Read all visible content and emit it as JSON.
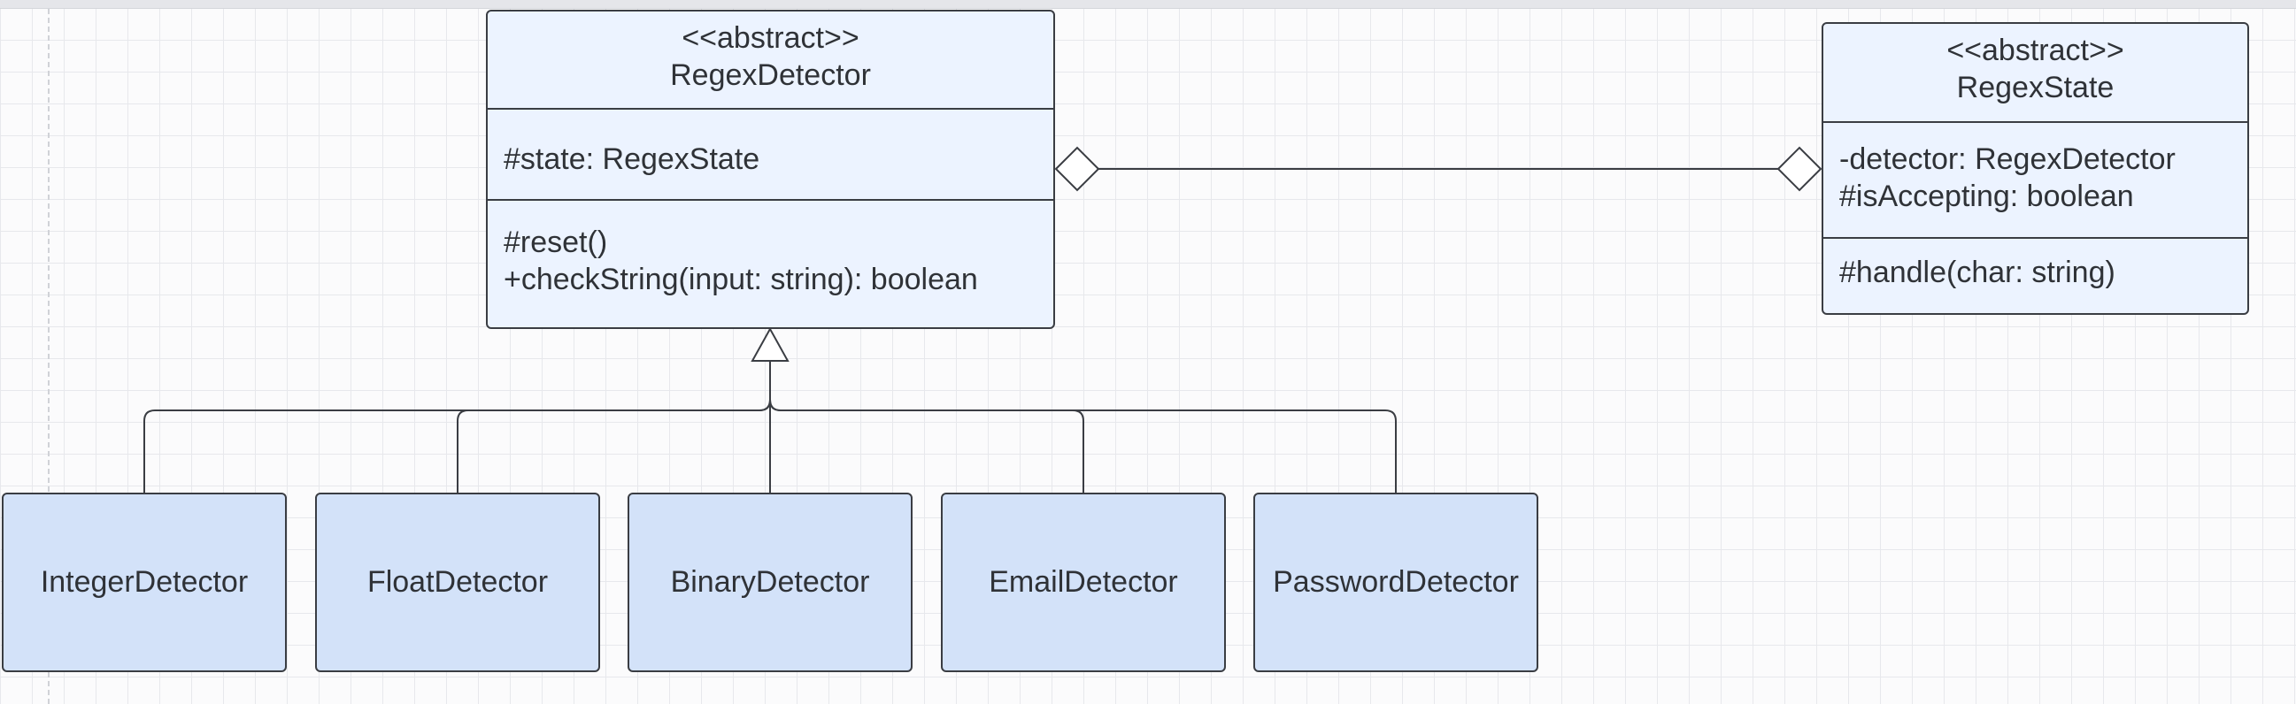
{
  "regex_detector": {
    "stereotype": "<<abstract>>",
    "name": "RegexDetector",
    "attributes": [
      "#state: RegexState"
    ],
    "methods": [
      "#reset()",
      "+checkString(input: string): boolean"
    ]
  },
  "regex_state": {
    "stereotype": "<<abstract>>",
    "name": "RegexState",
    "attributes": [
      "-detector: RegexDetector",
      "#isAccepting: boolean"
    ],
    "methods": [
      "#handle(char: string)"
    ]
  },
  "subclasses": [
    "IntegerDetector",
    "FloatDetector",
    "BinaryDetector",
    "EmailDetector",
    "PasswordDetector"
  ],
  "colors": {
    "abstract_fill": "#ecf3ff",
    "concrete_fill": "#d3e2f9",
    "line": "#3a3d43",
    "grid": "#e7e8ec"
  }
}
